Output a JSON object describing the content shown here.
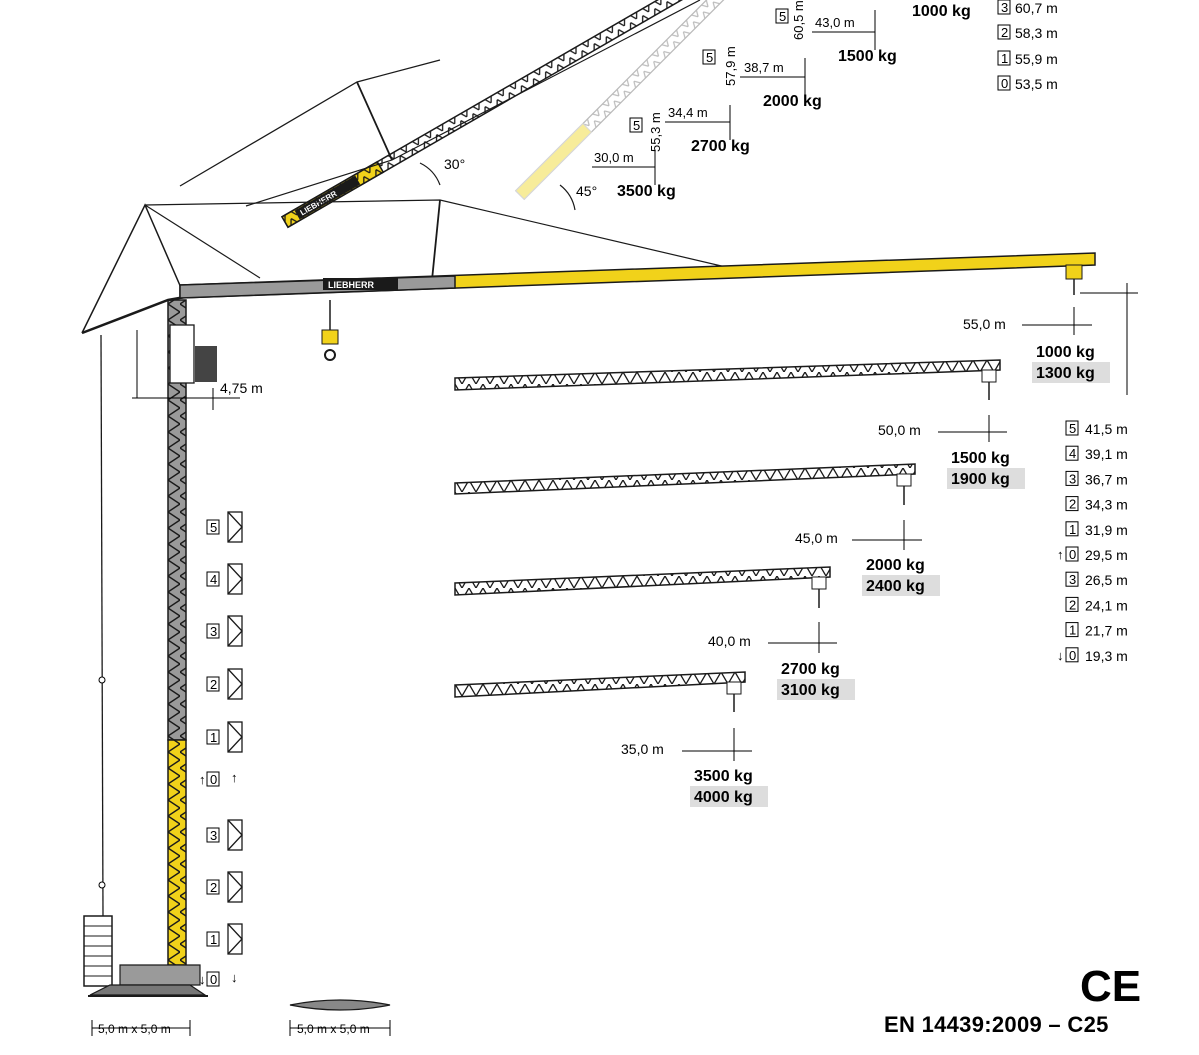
{
  "colors": {
    "yellow": "#f1d21a",
    "steel": "#1a1a1a",
    "grey_section": "#8c8c8c",
    "highlight_bg": "#dddddd"
  },
  "luffing": {
    "angle_30": "30°",
    "angle_45": "45°",
    "steps": [
      {
        "mast": "5",
        "height": "60,5 m",
        "radius": "43,0 m",
        "load": "1500 kg"
      },
      {
        "mast": "5",
        "height": "57,9 m",
        "radius": "38,7 m",
        "load": "2000 kg"
      },
      {
        "mast": "5",
        "height": "55,3 m",
        "radius": "34,4 m",
        "load": "2700 kg"
      },
      {
        "mast": "",
        "height": "",
        "radius": "30,0 m",
        "load": "3500 kg"
      }
    ],
    "top_load": "1000 kg",
    "brand": "LIEBHERR"
  },
  "top_heights": [
    {
      "box": "3",
      "value": "60,7 m"
    },
    {
      "box": "2",
      "value": "58,3 m"
    },
    {
      "box": "1",
      "value": "55,9 m"
    },
    {
      "box": "0",
      "value": "53,5 m"
    }
  ],
  "main_jib": {
    "brand": "LIEBHERR",
    "counter_jib": "4,75 m",
    "configs": [
      {
        "radius": "55,0 m",
        "load": "1000 kg",
        "load_alt": "1300 kg"
      },
      {
        "radius": "50,0 m",
        "load": "1500 kg",
        "load_alt": "1900 kg"
      },
      {
        "radius": "45,0 m",
        "load": "2000 kg",
        "load_alt": "2400 kg"
      },
      {
        "radius": "40,0 m",
        "load": "2700 kg",
        "load_alt": "3100 kg"
      },
      {
        "radius": "35,0 m",
        "load": "3500 kg",
        "load_alt": "4000 kg"
      }
    ]
  },
  "hook_heights": [
    {
      "box": "5",
      "arrow": "",
      "value": "41,5 m"
    },
    {
      "box": "4",
      "arrow": "",
      "value": "39,1 m"
    },
    {
      "box": "3",
      "arrow": "",
      "value": "36,7 m"
    },
    {
      "box": "2",
      "arrow": "",
      "value": "34,3 m"
    },
    {
      "box": "1",
      "arrow": "",
      "value": "31,9 m"
    },
    {
      "box": "0",
      "arrow": "↑",
      "value": "29,5 m"
    },
    {
      "box": "3",
      "arrow": "",
      "value": "26,5 m"
    },
    {
      "box": "2",
      "arrow": "",
      "value": "24,1 m"
    },
    {
      "box": "1",
      "arrow": "",
      "value": "21,7 m"
    },
    {
      "box": "0",
      "arrow": "↓",
      "value": "19,3 m"
    }
  ],
  "mast_sections": [
    {
      "box": "5",
      "arrow": ""
    },
    {
      "box": "4",
      "arrow": ""
    },
    {
      "box": "3",
      "arrow": ""
    },
    {
      "box": "2",
      "arrow": ""
    },
    {
      "box": "1",
      "arrow": ""
    },
    {
      "box": "0",
      "arrow": "↑"
    },
    {
      "box": "3",
      "arrow": ""
    },
    {
      "box": "2",
      "arrow": ""
    },
    {
      "box": "1",
      "arrow": ""
    },
    {
      "box": "0",
      "arrow": "↓"
    }
  ],
  "base": {
    "left": "5,0 m x 5,0 m",
    "right": "5,0 m x 5,0 m"
  },
  "ce_mark": "CE",
  "standard": "EN 14439:2009 – C25"
}
